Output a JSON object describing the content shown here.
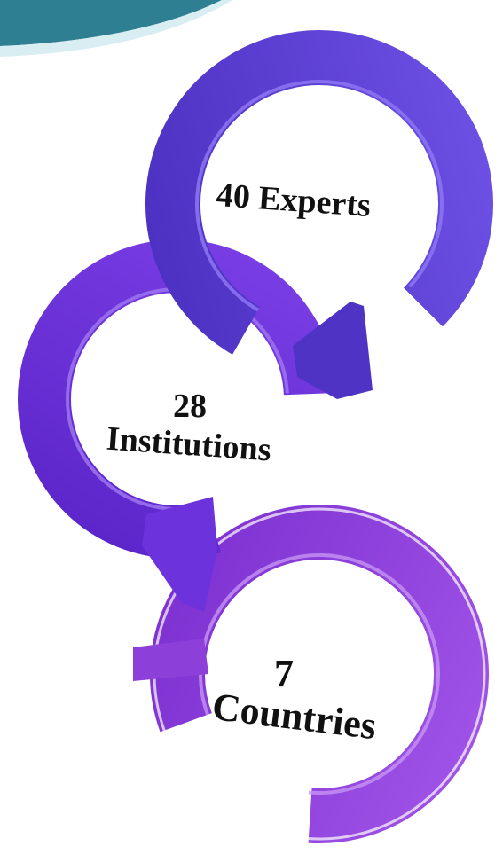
{
  "stages": [
    {
      "number": "40",
      "label": "Experts",
      "text": "40 Experts"
    },
    {
      "number": "28",
      "label": "Institutions"
    },
    {
      "number": "7",
      "label": "Countries"
    }
  ],
  "colors": {
    "header_wave": "#2f7f93",
    "ring_top": "#5a3bd2",
    "ring_top_inner": "#7a5ef0",
    "ring_middle": "#6d33de",
    "ring_middle_inner": "#8b5bf0",
    "ring_bottom": "#8a3fd8",
    "ring_bottom_inner": "#a56bea",
    "text": "#111111"
  }
}
